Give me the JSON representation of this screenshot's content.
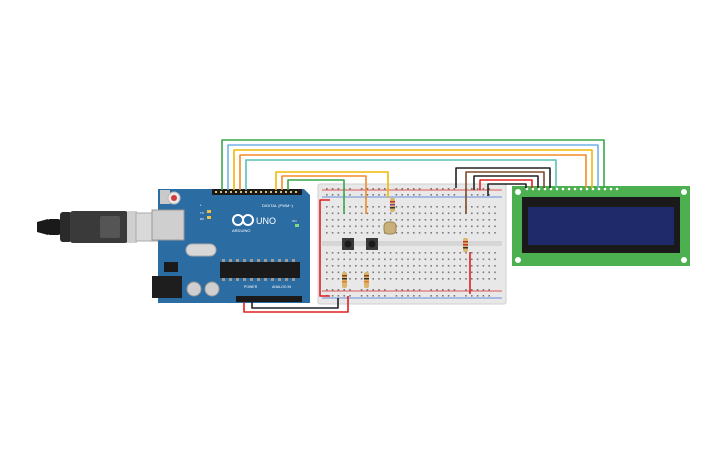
{
  "board": {
    "name": "UNO",
    "brand": "ARDUINO",
    "digital_label": "DIGITAL (PWM~)",
    "power_label": "POWER",
    "analog_label": "ANALOG IN",
    "tx_label": "TX",
    "rx_label": "RX",
    "l_label": "L",
    "on_label": "ON"
  },
  "colors": {
    "board": "#2b6ca3",
    "board_dark": "#1f5688",
    "breadboard": "#e8e8e8",
    "lcd_pcb": "#4caf50",
    "lcd_screen": "#1f2a6b",
    "wire_green": "#3aa64a",
    "wire_blue": "#6fb3e6",
    "wire_yellow": "#f2b705",
    "wire_orange": "#f28c28",
    "wire_red": "#e02020",
    "wire_black": "#222222",
    "wire_brown": "#7a4b2a",
    "wire_teal": "#57c1b3"
  },
  "icons": [
    "usb-cable-icon",
    "arduino-infinity-logo-icon"
  ]
}
